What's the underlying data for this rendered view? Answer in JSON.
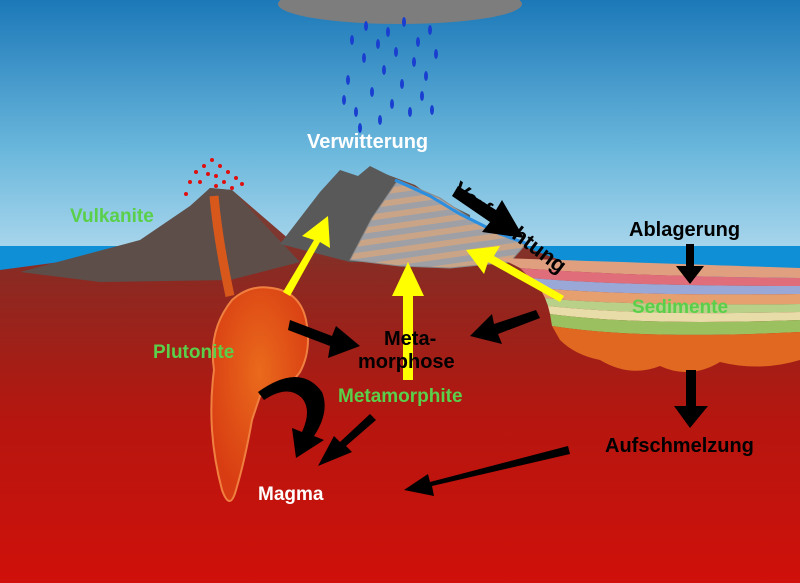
{
  "colors": {
    "label_green": "#5ad04a",
    "arrow_yellow": "#ffff00",
    "arrow_black": "#000000",
    "sea": "#0e8fd6",
    "magma": "#c8180e",
    "crust": "#7a4a3c",
    "pluton": "#e8541c",
    "rain": "#1a3fd0"
  },
  "labels": {
    "verwitterung": "Verwitterung",
    "verfrachtung": "Verfrachtung",
    "ablagerung": "Ablagerung",
    "vulkanite": "Vulkanite",
    "sedimente": "Sedimente",
    "plutonite": "Plutonite",
    "metamorphose_line1": "Meta-",
    "metamorphose_line2": "morphose",
    "metamorphite": "Metamorphite",
    "aufschmelzung": "Aufschmelzung",
    "magma": "Magma"
  }
}
